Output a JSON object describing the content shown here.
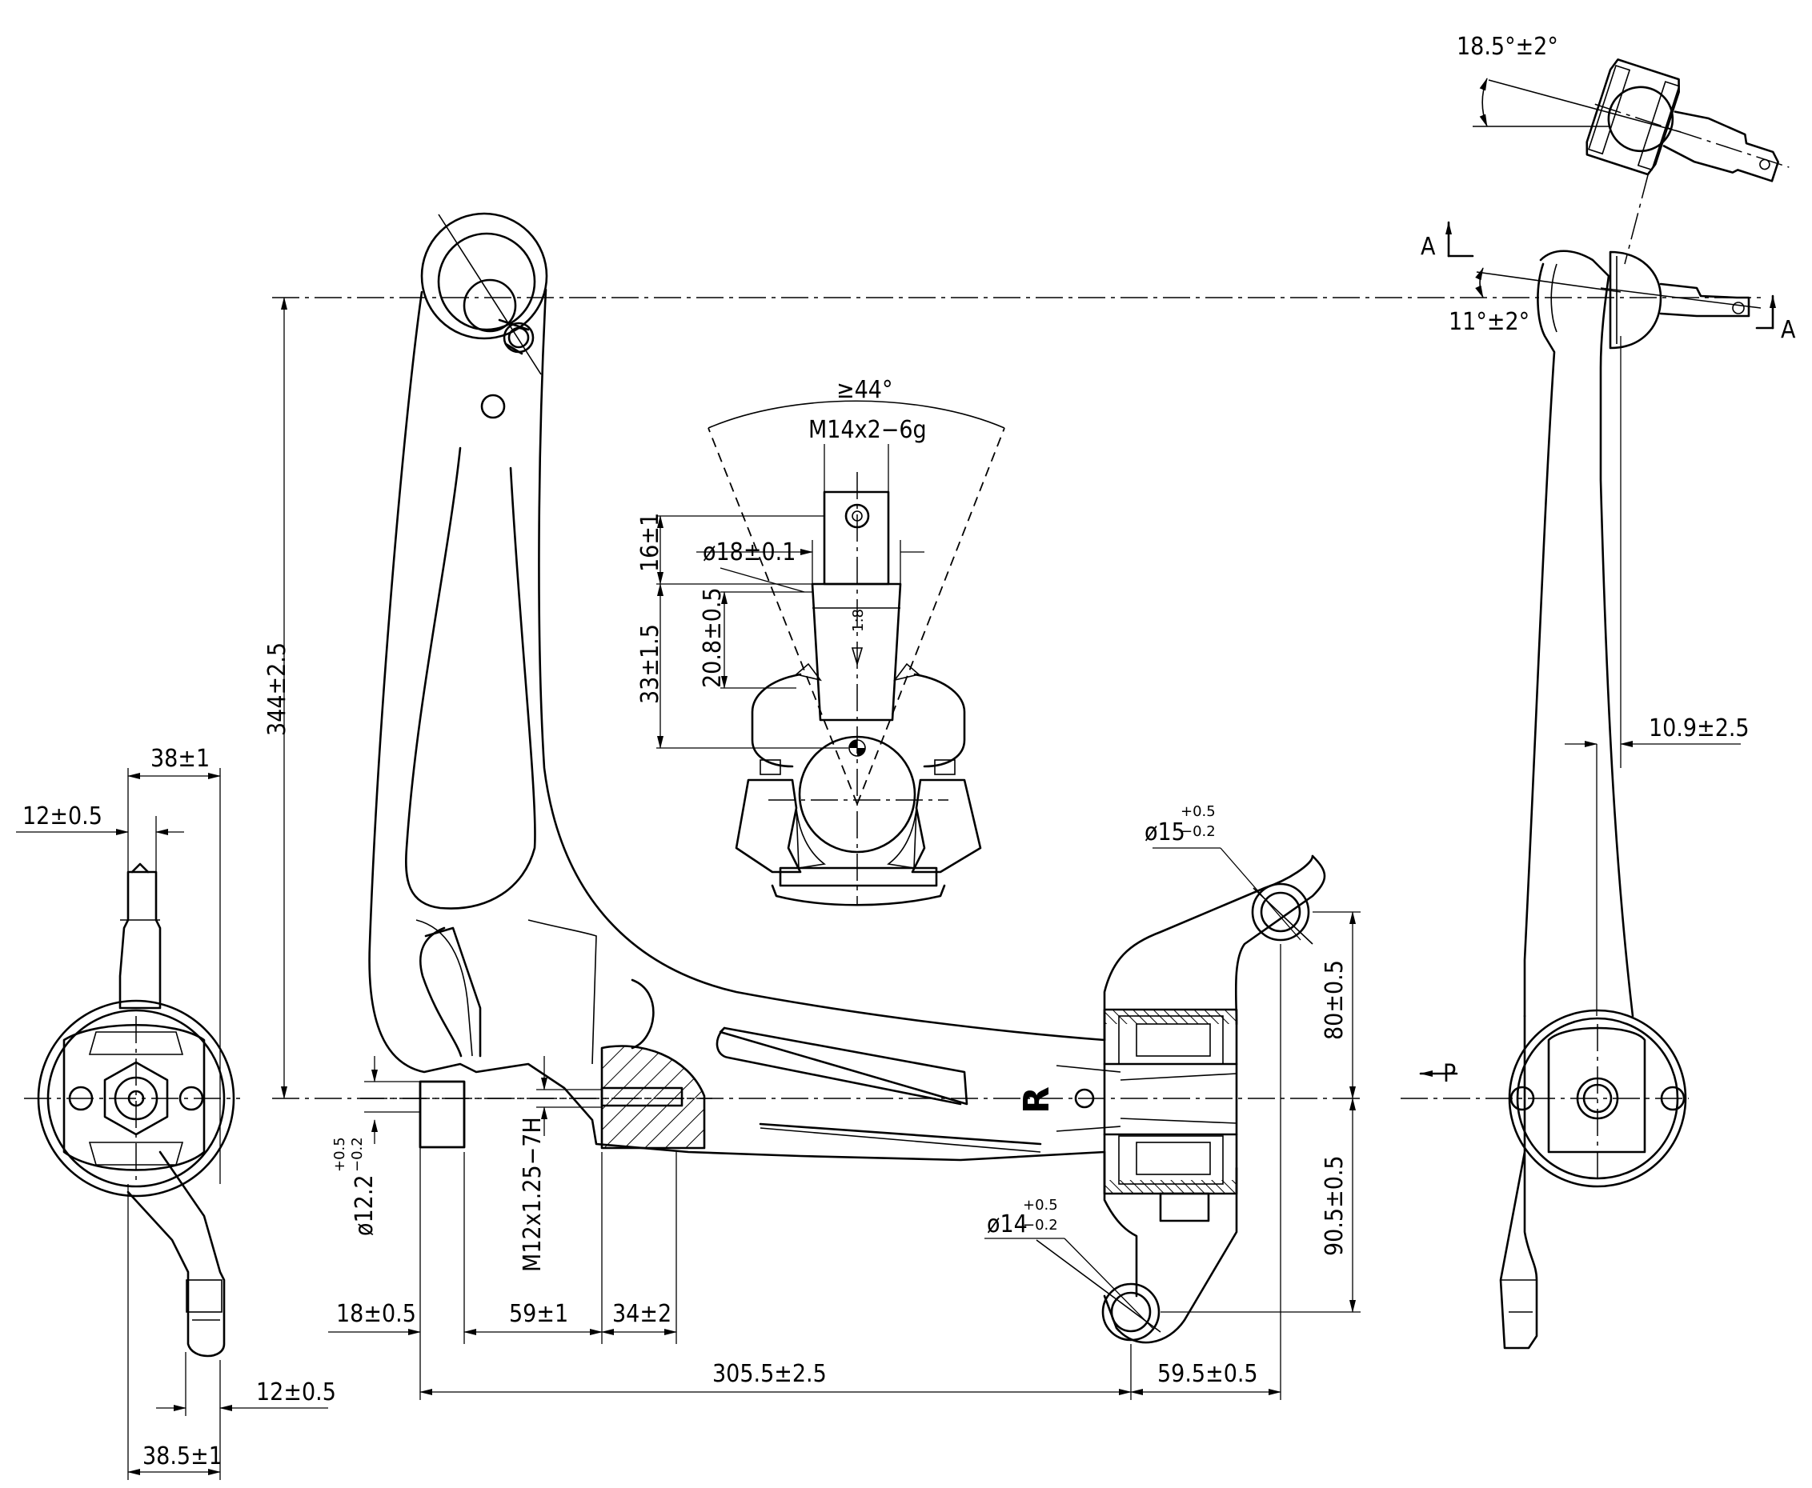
{
  "dimensions": {
    "height_total": "344±2.5",
    "width_38": "38±1",
    "width_12_top": "12±0.5",
    "width_12_bottom": "12±0.5",
    "width_38_5": "38.5±1",
    "dia_12_2": "ø12.2",
    "dia_12_2_tol_upper": "+0.5",
    "dia_12_2_tol_lower": "−0.2",
    "thread_m12": "M12x1.25−7H",
    "len_18": "18±0.5",
    "len_59": "59±1",
    "len_34": "34±2",
    "len_305": "305.5±2.5",
    "len_59_5": "59.5±0.5",
    "height_80": "80±0.5",
    "height_90": "90.5±0.5",
    "dia_15": "ø15",
    "dia_15_tol_upper": "+0.5",
    "dia_15_tol_lower": "−0.2",
    "dia_14": "ø14",
    "dia_14_tol_upper": "+0.5",
    "dia_14_tol_lower": "−0.2",
    "offset_10_9": "10.9±2.5"
  },
  "ball_joint_detail": {
    "angle": "≥44°",
    "thread": "M14x2−6g",
    "dia_18": "ø18±0.1",
    "len_16": "16±1",
    "len_33": "33±1.5",
    "len_20_8": "20.8±0.5",
    "taper": "1:8"
  },
  "side_view": {
    "angle_18_5": "18.5°±2°",
    "angle_11": "11°±2°",
    "section_label_left": "A",
    "section_label_right": "A",
    "view_label": "P"
  },
  "part_mark": "R"
}
